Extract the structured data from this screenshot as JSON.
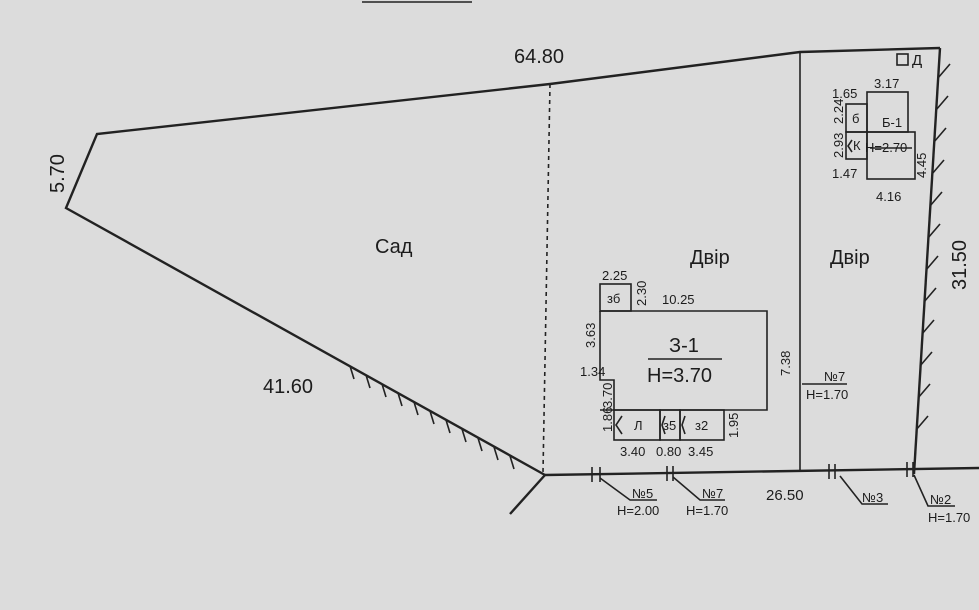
{
  "plot": {
    "top_dim": "64.80",
    "left_dim": "5.70",
    "diag_dim": "41.60",
    "right_dim": "31.50",
    "bottom_dim": "26.50",
    "garden_label": "Сад",
    "yard1_label": "Двір",
    "yard2_label": "Двір"
  },
  "house_main": {
    "name": "З-1",
    "height": "Н=3.70",
    "width_dim": "10.25",
    "left_dim": "3.63",
    "porch_w": "2.25",
    "porch_h": "2.30",
    "porch_label": "зб",
    "step_dim": "1.34",
    "side_dim_1": "1.86",
    "side_dim_2": "3.70",
    "right_dim": "1.95",
    "room_l": "Л",
    "room_z5": "з5",
    "room_z2": "з2",
    "bottom_1": "3.40",
    "bottom_2": "0.80",
    "bottom_3": "3.45"
  },
  "house_b": {
    "name": "Б-1",
    "height": "Н=2.70",
    "top_dim": "3.17",
    "bottom_dim": "4.16",
    "left_1": "1.65",
    "left_2": "2.24",
    "left_3": "2.93",
    "left_4": "1.47",
    "right_dim": "4.45",
    "room_b": "б",
    "room_k": "К",
    "d_label": "Д"
  },
  "fences": {
    "f7_mid_label": "№7",
    "f7_mid_h": "Н=1.70",
    "divider_dim": "7.38",
    "f5_label": "№5",
    "f5_h": "Н=2.00",
    "f7_label": "№7",
    "f7_h": "Н=1.70",
    "f3_label": "№3",
    "f2_label": "№2",
    "f2_h": "Н=1.70"
  }
}
